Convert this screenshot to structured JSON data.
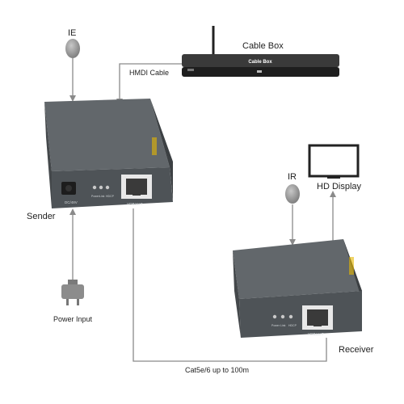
{
  "labels": {
    "ie": "IE",
    "cable_box": "Cable Box",
    "hdmi_cable": "HMDI Cable",
    "sender": "Sender",
    "power_input": "Power Input",
    "ir": "IR",
    "hd_display": "HD Display",
    "receiver": "Receiver",
    "cat_cable": "Cat5e/6 up to 100m"
  },
  "device_text": {
    "cable_box_face": "Cable Box",
    "sender_port_label": "HDBaseT",
    "sender_dc_label": "DC/48V",
    "sender_led_labels": [
      "Power",
      "Link",
      "HDCP"
    ],
    "receiver_port_label": "HDBaseT",
    "receiver_led_labels": [
      "Power",
      "Link",
      "HDCP"
    ]
  },
  "colors": {
    "device_body": "#4e5357",
    "device_top": "#62676b",
    "device_side": "#3c4043",
    "line": "#8a8a8a",
    "sensor": "#9a9a9a",
    "port": "#e8e8e8"
  }
}
